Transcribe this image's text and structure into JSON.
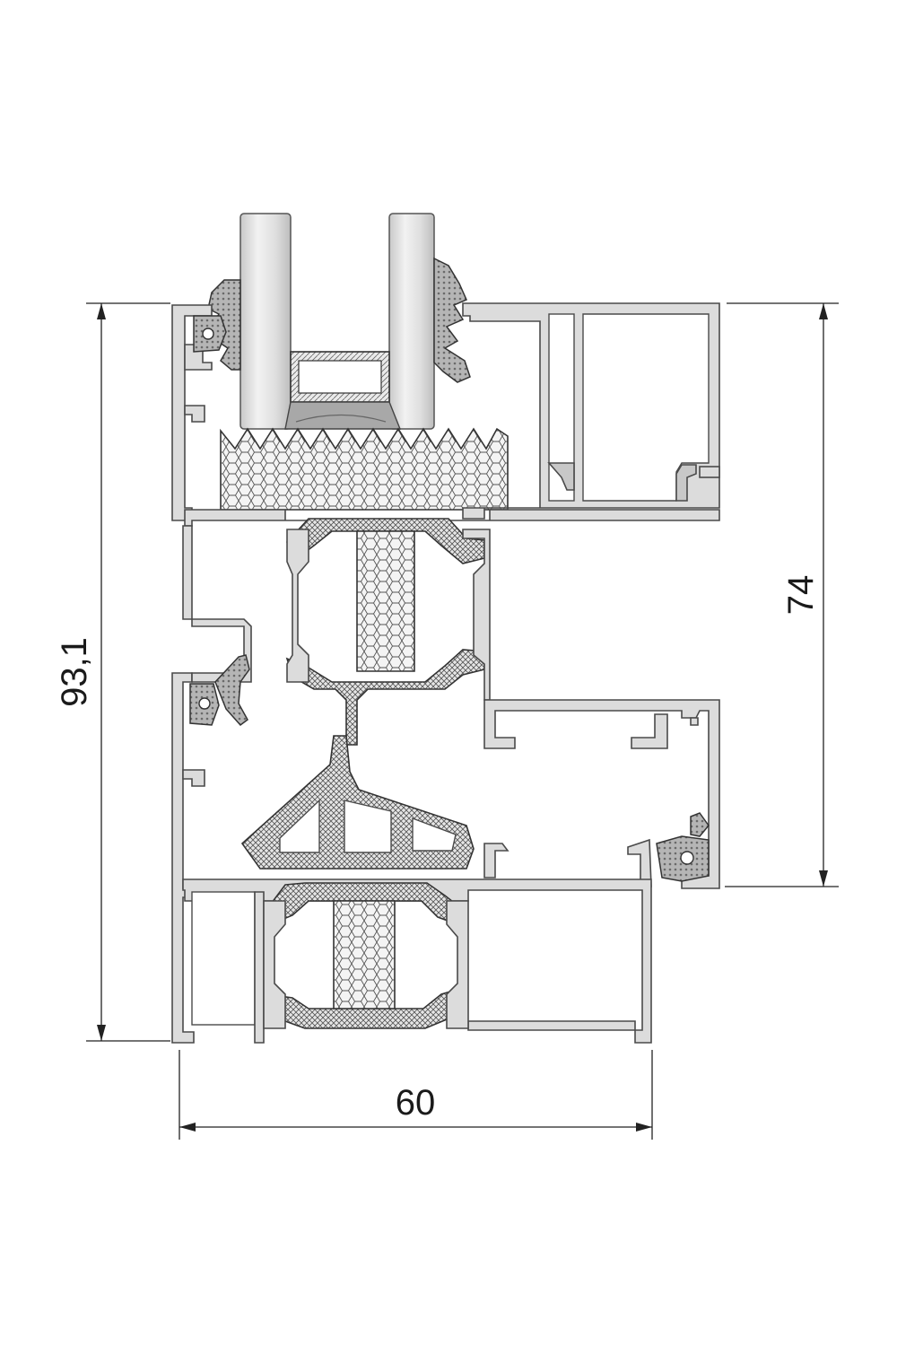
{
  "dimensions": {
    "overall_height": "93,1",
    "frame_height": "74",
    "overall_width": "60"
  },
  "colors": {
    "aluminium": "#dcdcdc",
    "outline": "#4a4a4a",
    "gasket": "#9a9a9a",
    "background": "#ffffff"
  }
}
